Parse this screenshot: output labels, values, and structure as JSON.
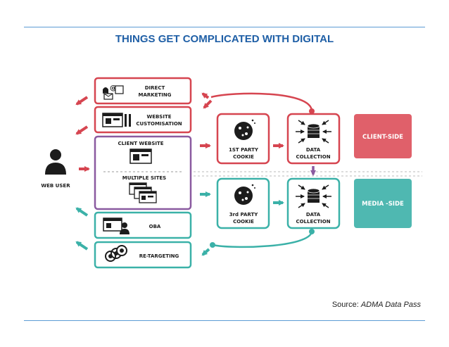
{
  "slide": {
    "title": "THINGS GET COMPLICATED WITH DIGITAL",
    "source_prefix": "Source: ",
    "source_name": "ADMA Data Pass"
  },
  "diagram": {
    "web_user": "WEB USER",
    "direct_marketing": [
      "DIRECT",
      "MARKETING"
    ],
    "website_customisation": [
      "WEBSITE",
      "CUSTOMISATION"
    ],
    "client_website": "CLIENT WEBSITE",
    "multiple_sites": "MULTIPLE SITES",
    "oba": "OBA",
    "retargeting": "RE-TARGETING",
    "first_party_cookie": [
      "1ST PARTY",
      "COOKIE"
    ],
    "third_party_cookie": [
      "3rd PARTY",
      "COOKIE"
    ],
    "data_collection_top": [
      "DATA",
      "COLLECTION"
    ],
    "data_collection_bottom": [
      "DATA",
      "COLLECTION"
    ],
    "client_side": "CLIENT-SIDE",
    "media_side": "MEDIA -SIDE"
  },
  "colors": {
    "red": "#d64550",
    "teal": "#3bb1a8",
    "purple": "#8a5aa0",
    "title_blue": "#1f5fa6",
    "client_side_fill": "#e0606a",
    "media_side_fill": "#4fb8b1"
  }
}
